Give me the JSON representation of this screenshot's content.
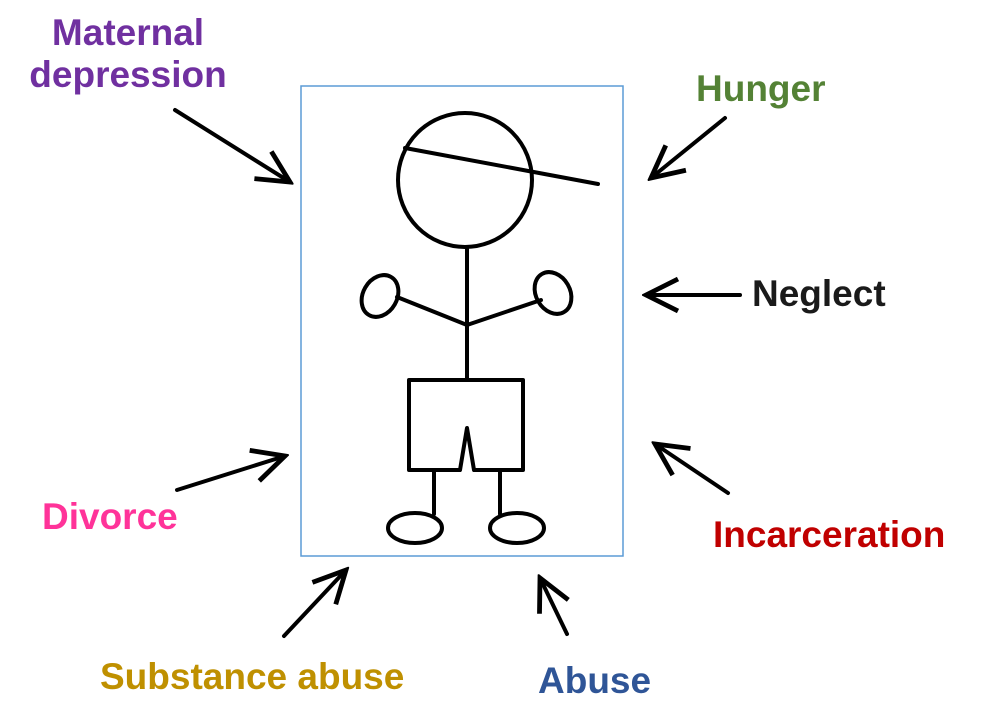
{
  "labels": {
    "maternal_line1": "Maternal",
    "maternal_line2": "depression",
    "hunger": "Hunger",
    "neglect": "Neglect",
    "incarceration": "Incarceration",
    "divorce": "Divorce",
    "substance_abuse": "Substance abuse",
    "abuse": "Abuse"
  },
  "colors": {
    "maternal": "#7030a0",
    "hunger": "#548235",
    "neglect": "#1a1a1a",
    "incarceration": "#c00000",
    "divorce": "#ff3399",
    "substance_abuse": "#bf9000",
    "abuse": "#2f5597",
    "box_border": "#5b9bd5",
    "arrows": "#000000"
  }
}
